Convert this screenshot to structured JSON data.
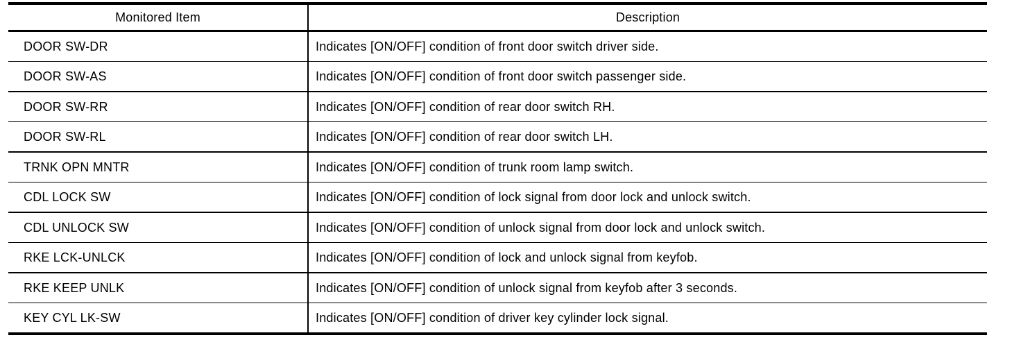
{
  "colors": {
    "text": "#000000",
    "background": "#ffffff",
    "border": "#000000"
  },
  "table": {
    "headers": {
      "monitored_item": "Monitored Item",
      "description": "Description"
    },
    "rows": [
      {
        "item": "DOOR SW-DR",
        "desc": "Indicates [ON/OFF] condition of front door switch driver side."
      },
      {
        "item": "DOOR SW-AS",
        "desc": "Indicates [ON/OFF] condition of front door switch passenger side."
      },
      {
        "item": "DOOR SW-RR",
        "desc": "Indicates [ON/OFF] condition of rear door switch RH."
      },
      {
        "item": "DOOR SW-RL",
        "desc": "Indicates [ON/OFF] condition of rear door switch LH."
      },
      {
        "item": "TRNK OPN MNTR",
        "desc": "Indicates [ON/OFF] condition of trunk room lamp switch."
      },
      {
        "item": "CDL LOCK SW",
        "desc": "Indicates [ON/OFF] condition of lock signal from door lock and unlock switch."
      },
      {
        "item": "CDL UNLOCK SW",
        "desc": "Indicates [ON/OFF] condition of unlock signal from door lock and unlock switch."
      },
      {
        "item": "RKE LCK-UNLCK",
        "desc": "Indicates [ON/OFF] condition of lock and unlock signal from keyfob."
      },
      {
        "item": "RKE KEEP UNLK",
        "desc": "Indicates [ON/OFF] condition of unlock signal from keyfob after 3 seconds."
      },
      {
        "item": "KEY CYL LK-SW",
        "desc": "Indicates [ON/OFF] condition of driver key cylinder lock signal."
      }
    ]
  }
}
